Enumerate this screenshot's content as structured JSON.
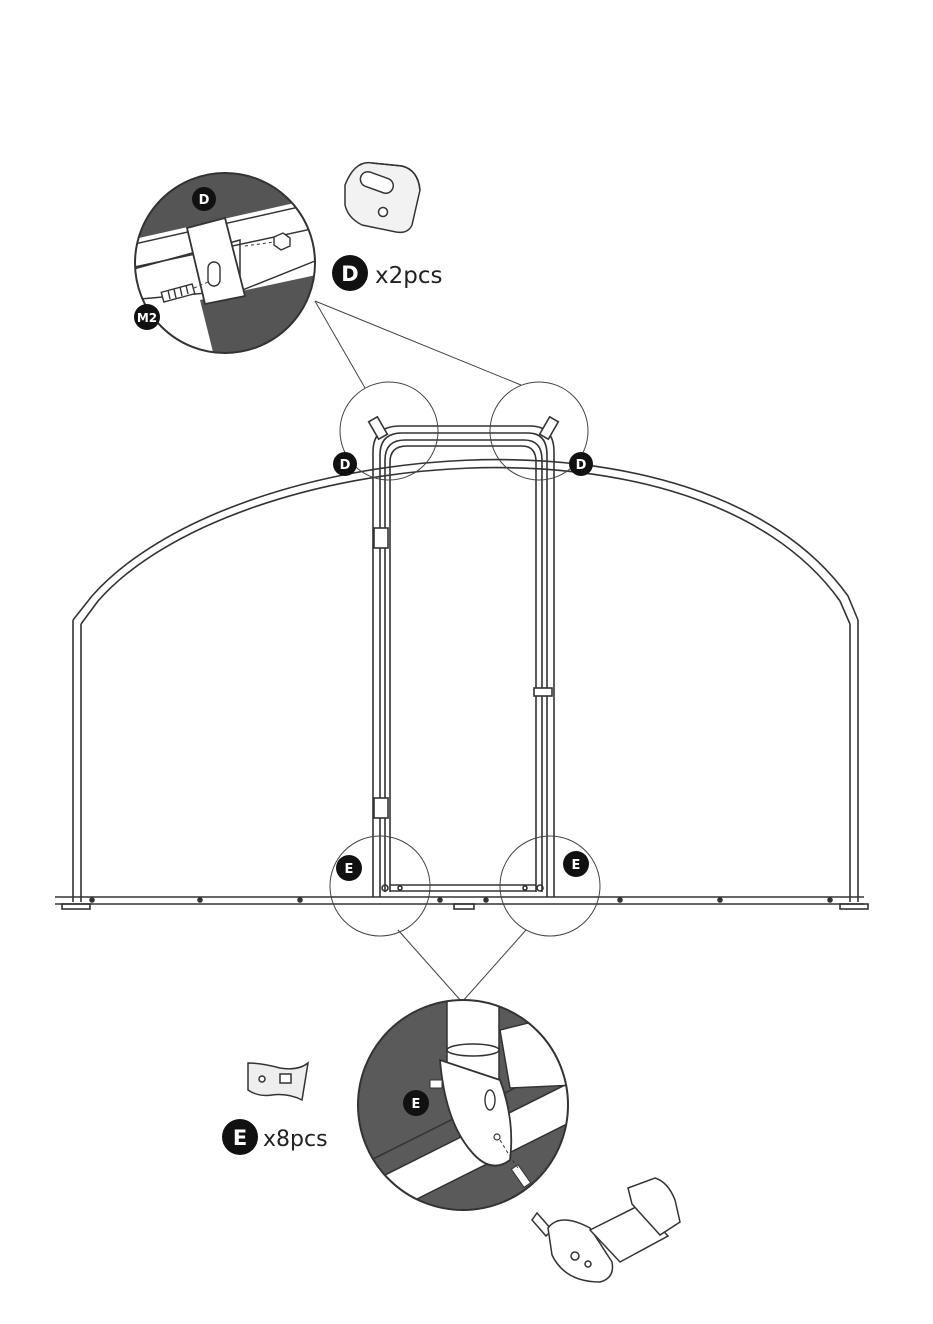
{
  "parts": {
    "D": {
      "badge": "D",
      "quantity": "x2pcs"
    },
    "E": {
      "badge": "E",
      "quantity": "x8pcs"
    }
  },
  "callout_labels": {
    "screw": "M2",
    "top_left": "D",
    "top_right": "D",
    "bottom_left": "E",
    "bottom_right": "E",
    "detail_top": "D",
    "detail_bottom": "E"
  },
  "colors": {
    "line": "#333333",
    "badge": "#111111",
    "shade": "#5a5a5a"
  }
}
